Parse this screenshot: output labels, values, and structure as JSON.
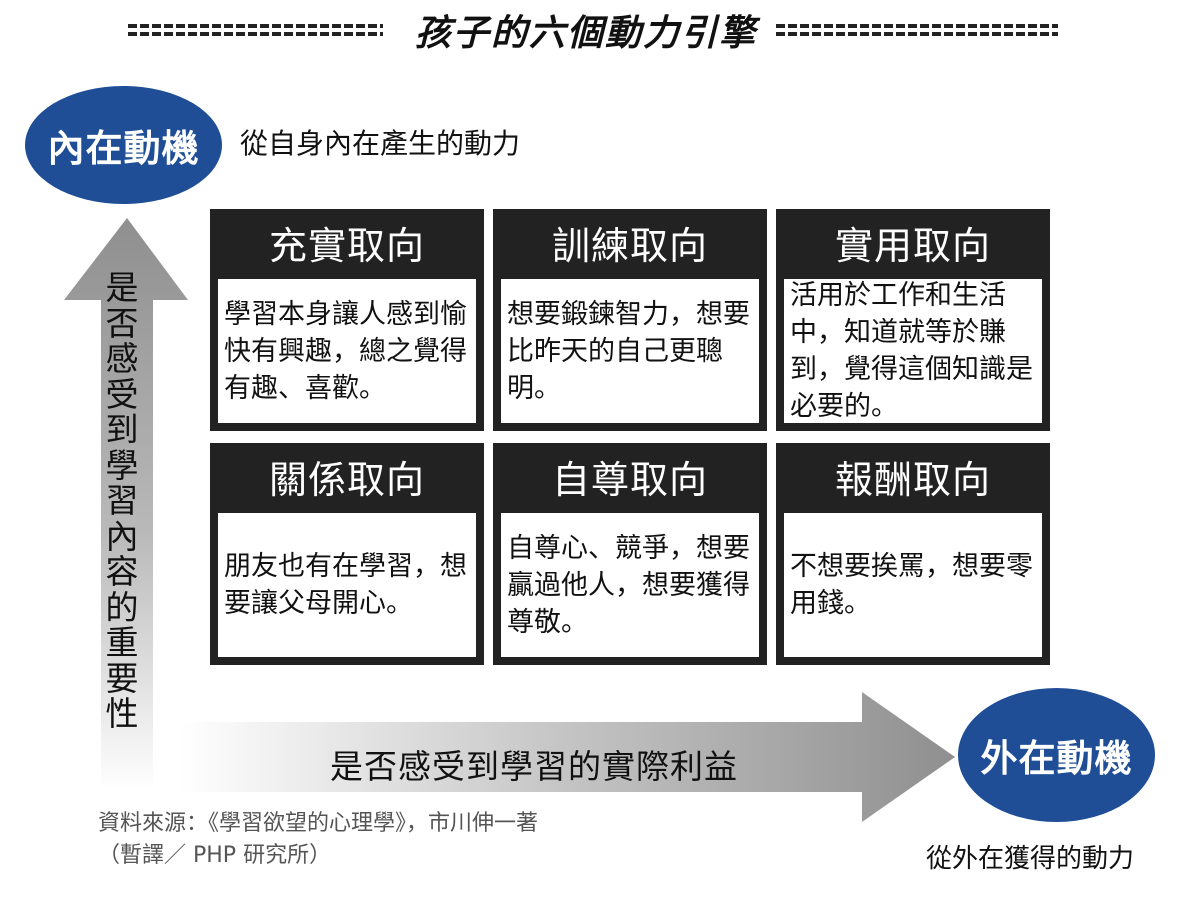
{
  "title": "孩子的六個動力引擎",
  "intrinsic": {
    "label": "內在動機",
    "description": "從自身內在產生的動力"
  },
  "extrinsic": {
    "label": "外在動機",
    "description": "從外在獲得的動力"
  },
  "vertical_axis": "是否感受到學習內容的重要性",
  "horizontal_axis": "是否感受到學習的實際利益",
  "cells": [
    {
      "title": "充實取向",
      "body": "學習本身讓人感到愉快有興趣，總之覺得有趣、喜歡。"
    },
    {
      "title": "訓練取向",
      "body": "想要鍛鍊智力，想要比昨天的自己更聰明。"
    },
    {
      "title": "實用取向",
      "body": "活用於工作和生活中，知道就等於賺到，覺得這個知識是必要的。"
    },
    {
      "title": "關係取向",
      "body": "朋友也有在學習，想要讓父母開心。"
    },
    {
      "title": "自尊取向",
      "body": "自尊心、競爭，想要贏過他人，想要獲得尊敬。"
    },
    {
      "title": "報酬取向",
      "body": "不想要挨罵，想要零用錢。"
    }
  ],
  "source": {
    "line1": "資料來源：《學習欲望的心理學》，市川伸一著",
    "line2": "（暫譯／ PHP 研究所）"
  },
  "colors": {
    "ellipse": "#1f4e96",
    "cell_header": "#222222",
    "arrow_dark": "#8f8f8f",
    "arrow_light": "#ffffff"
  }
}
